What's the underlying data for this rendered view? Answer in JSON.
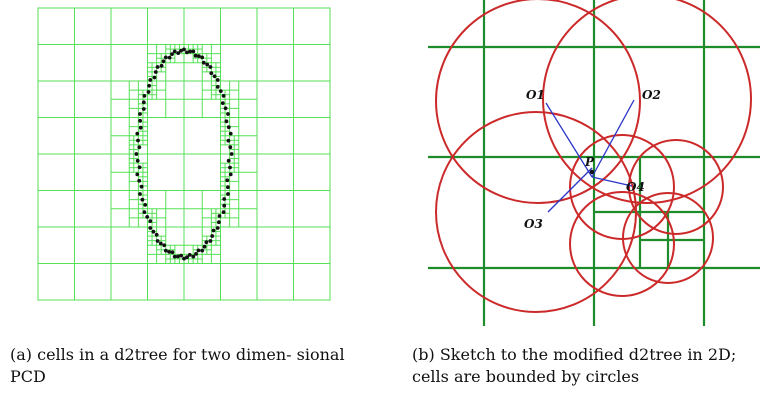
{
  "figure": {
    "panel_a": {
      "caption": "(a) cells in a d2tree for two dimen- sional PCD",
      "colors": {
        "grid": "#55e055",
        "points": "#111111"
      }
    },
    "panel_b": {
      "caption": "(b) Sketch to the modified d2tree in 2D; cells are bounded by circles",
      "labels": {
        "o1": "O1",
        "o2": "O2",
        "o3": "O3",
        "o4": "O4",
        "p": "P"
      },
      "colors": {
        "grid": "#1e8c2a",
        "circles": "#cc2a2a",
        "lines": "#2a35c8"
      }
    }
  }
}
